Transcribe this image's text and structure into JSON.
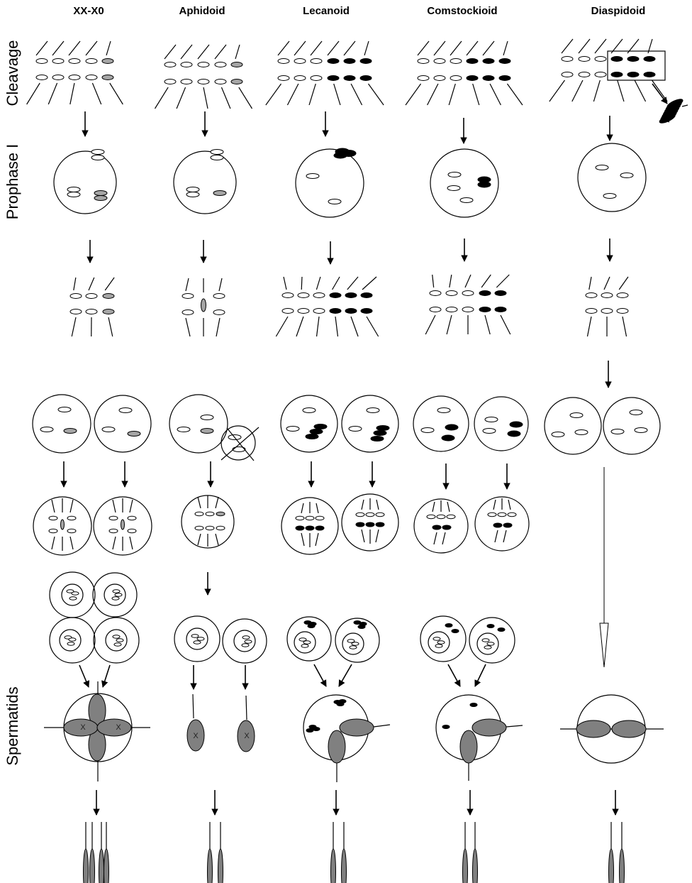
{
  "columns": [
    "XX-X0",
    "Aphidoid",
    "Lecanoid",
    "Comstockioid",
    "Diaspidoid"
  ],
  "row_labels": {
    "cleavage": "Cleavage",
    "prophase": "Prophase I",
    "spermatids": "Spermatids"
  },
  "chromosome_label": "X",
  "colors": {
    "euchromatic": "#ffffff",
    "heterochromatic": "#000000",
    "sex_chromosome": "#a6a6a6",
    "spermatid_nucleus": "#808080",
    "line": "#000000"
  }
}
